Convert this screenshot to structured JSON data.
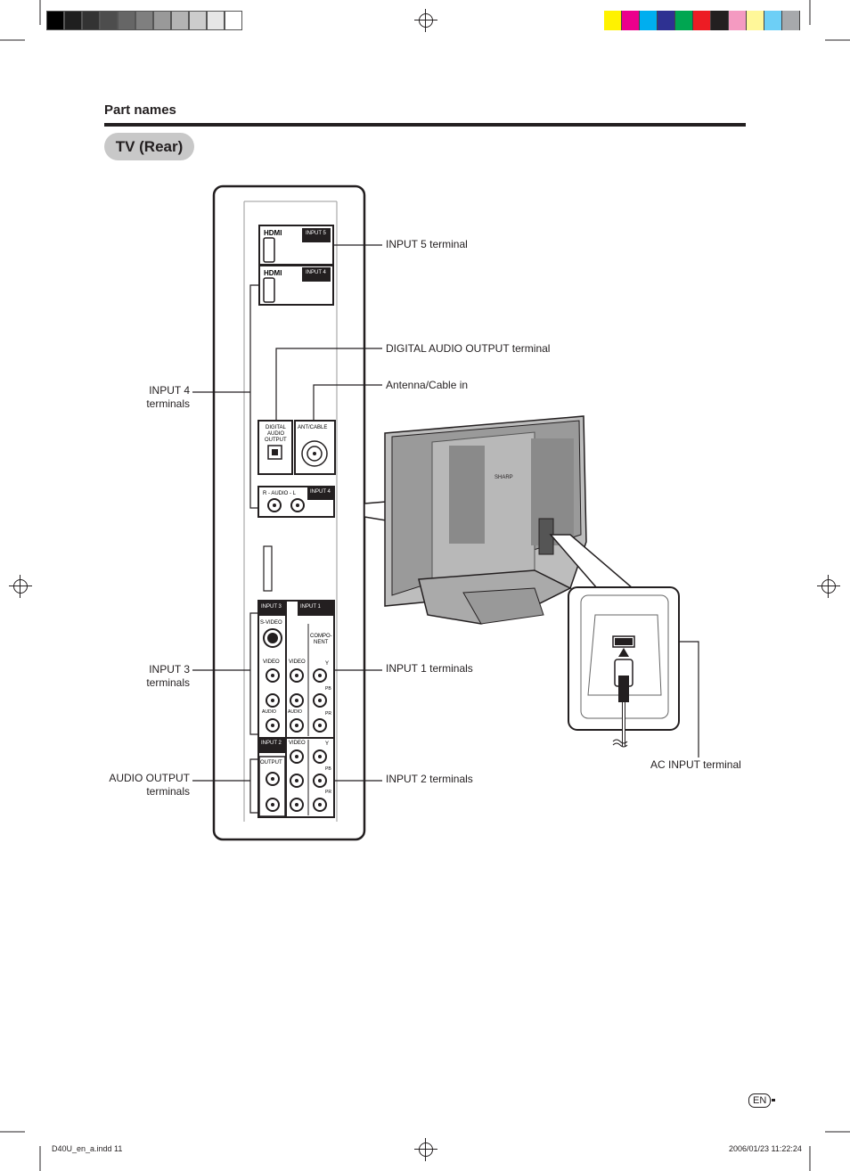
{
  "header": {
    "section": "Part names",
    "title": "TV (Rear)"
  },
  "colors": {
    "grayscale": [
      "#000000",
      "#1f1f1f",
      "#333333",
      "#4d4d4d",
      "#666666",
      "#7f7f7f",
      "#999999",
      "#b3b3b3",
      "#cccccc",
      "#e6e6e6",
      "#ffffff"
    ],
    "process": [
      "#fff200",
      "#ec008c",
      "#00aeef",
      "#2e3192",
      "#00a651",
      "#ed1c24",
      "#231f20",
      "#f49ac1",
      "#fff799",
      "#6dcff6",
      "#a7a9ac"
    ]
  },
  "labels": {
    "input5": "INPUT 5 terminal",
    "digital_audio": "DIGITAL AUDIO OUTPUT terminal",
    "antenna": "Antenna/Cable in",
    "input4_l1": "INPUT 4",
    "input4_l2": "terminals",
    "input3_l1": "INPUT 3",
    "input3_l2": "terminals",
    "input1": "INPUT 1 terminals",
    "input2": "INPUT 2 terminals",
    "audio_out_l1": "AUDIO OUTPUT",
    "audio_out_l2": "terminals",
    "ac_input": "AC INPUT terminal"
  },
  "panel": {
    "hdmi": "HDMI",
    "input5": "INPUT 5",
    "input4": "INPUT 4",
    "digital": "DIGITAL",
    "audio": "AUDIO",
    "output": "OUTPUT",
    "ant": "ANT/CABLE",
    "raudiol": "R - AUDIO - L",
    "input3": "INPUT 3",
    "input1": "INPUT 1",
    "input2": "INPUT 2",
    "svideo": "S-VIDEO",
    "compo": "COMPO-",
    "nent": "NENT",
    "video": "VIDEO",
    "y": "Y",
    "pb": "PB",
    "pr": "PR",
    "audio_small": "AUDIO",
    "output2": "OUTPUT",
    "l": "L",
    "r": "R"
  },
  "tv": {
    "brand": "SHARP"
  },
  "footer": {
    "page_badge": "EN",
    "file": "D40U_en_a.indd   11",
    "date": "2006/01/23   11:22:24"
  }
}
